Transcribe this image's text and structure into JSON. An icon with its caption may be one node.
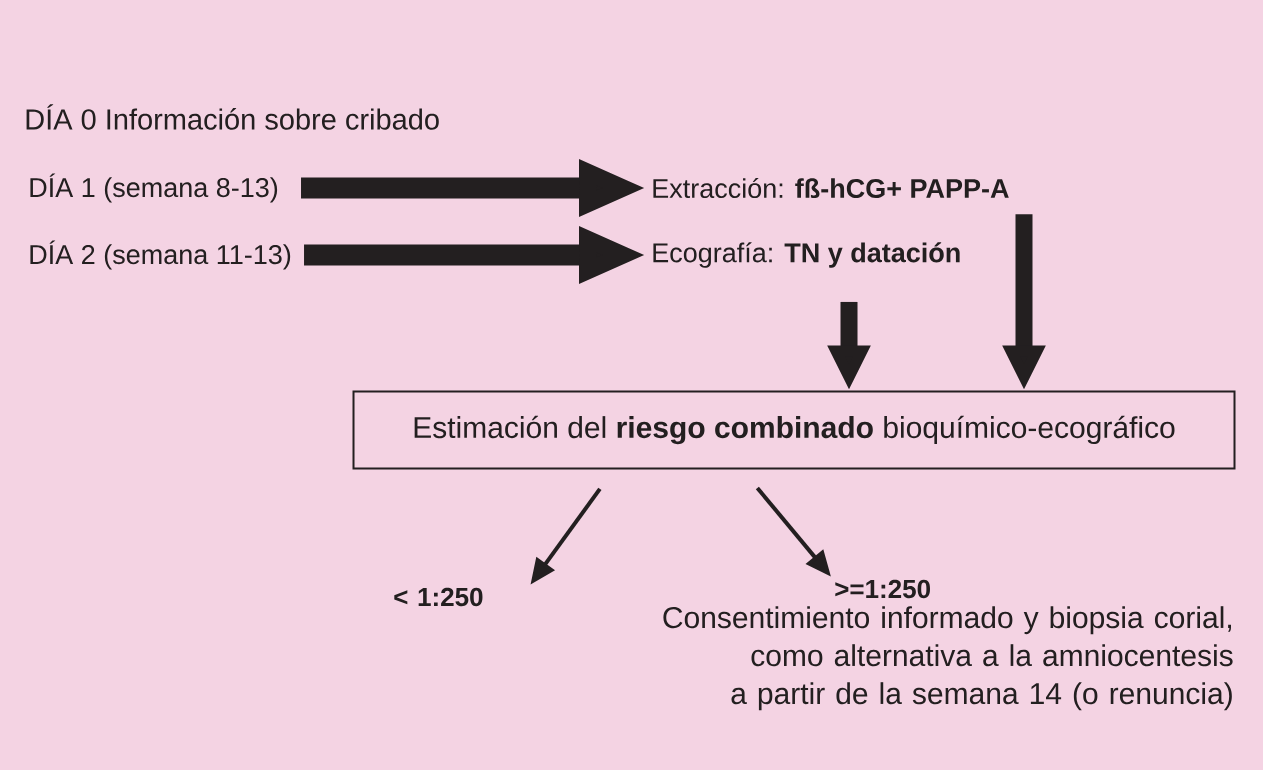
{
  "diagram": {
    "nodes": [
      {
        "text": [
          "DÍA 1 (semana 8-13)"
        ]
      },
      {
        "text": [
          "Extracción: **fß-hCG+ PAPP-A**"
        ]
      },
      {
        "text": [
          "DÍA 2 (semana 11-13)"
        ]
      },
      {
        "text": [
          "Ecografía: **TN y datación**"
        ]
      },
      {
        "text": [
          "Estimación del **riesgo combinado** bioquímico-ecográfico"
        ]
      },
      {
        "text": [
          "< 1:250"
        ]
      },
      {
        "text": [
          ">=1:250"
        ],
        "beside": [
          "Consentimiento informado y biopsia corial, como alternativa a la amniocentesis a partir de la semana 14 (o renuncia)"
        ]
      }
    ],
    "edges": [
      {
        "from": 0,
        "to": 1,
        "arrow": "to"
      },
      {
        "from": 2,
        "to": 3,
        "arrow": "to"
      },
      {
        "from": 3,
        "to": 4,
        "arrow": "to"
      },
      {
        "from": 1,
        "to": 4,
        "arrow": "to"
      },
      {
        "from": 4,
        "to": 5,
        "arrow": "to"
      },
      {
        "from": 4,
        "to": 6,
        "arrow": "to"
      }
    ],
    "labels": [
      "DÍA 0 Información sobre cribado"
    ]
  }
}
